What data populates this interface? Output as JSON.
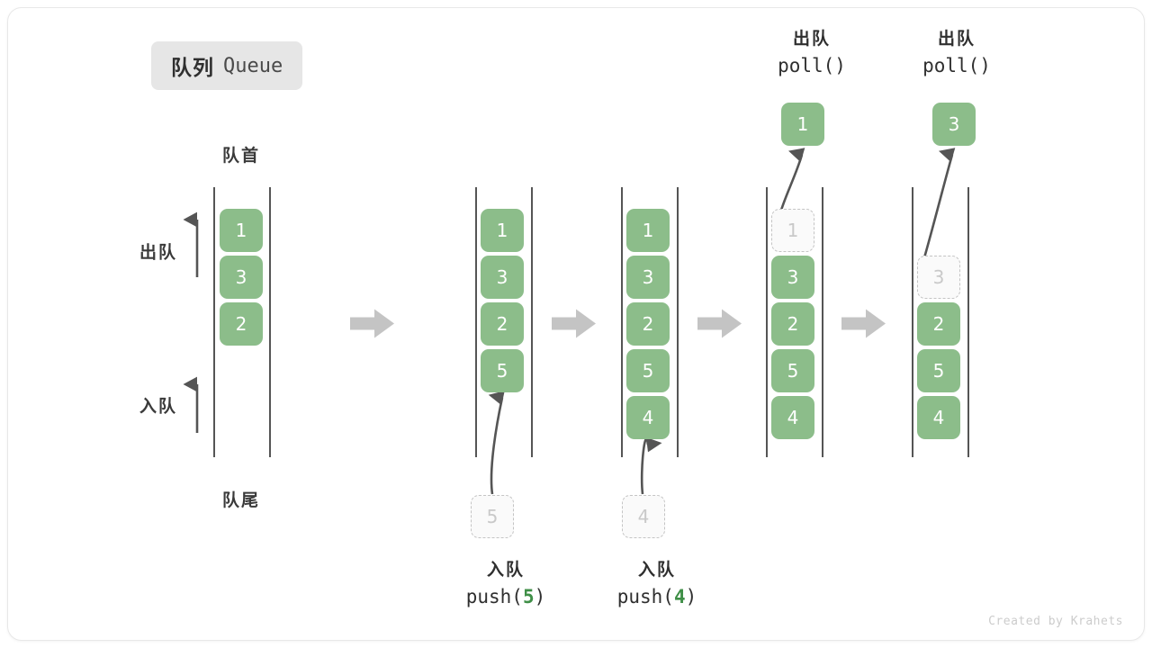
{
  "title": {
    "cn": "队列",
    "en": "Queue"
  },
  "labels": {
    "head": "队首",
    "tail": "队尾",
    "dequeue": "出队",
    "enqueue": "入队"
  },
  "colors": {
    "cell_fill": "#8cbd8a",
    "cell_text": "#ffffff",
    "ghost_border": "#c4c4c4",
    "ghost_text": "#c9c9c9",
    "rail": "#555555",
    "flow_arrow": "#c4c4c4",
    "accent_arg": "#3f8f47",
    "badge_bg": "#e6e6e6",
    "text": "#2f2f2f"
  },
  "columns": [
    {
      "name": "initial-queue",
      "cells": [
        {
          "value": "1",
          "state": "filled"
        },
        {
          "value": "3",
          "state": "filled"
        },
        {
          "value": "2",
          "state": "filled"
        }
      ]
    },
    {
      "name": "after-push-5",
      "cells": [
        {
          "value": "1",
          "state": "filled"
        },
        {
          "value": "3",
          "state": "filled"
        },
        {
          "value": "2",
          "state": "filled"
        },
        {
          "value": "5",
          "state": "filled"
        }
      ]
    },
    {
      "name": "after-push-4",
      "cells": [
        {
          "value": "1",
          "state": "filled"
        },
        {
          "value": "3",
          "state": "filled"
        },
        {
          "value": "2",
          "state": "filled"
        },
        {
          "value": "5",
          "state": "filled"
        },
        {
          "value": "4",
          "state": "filled"
        }
      ]
    },
    {
      "name": "poll-1",
      "cells": [
        {
          "value": "1",
          "state": "ghost"
        },
        {
          "value": "3",
          "state": "filled"
        },
        {
          "value": "2",
          "state": "filled"
        },
        {
          "value": "5",
          "state": "filled"
        },
        {
          "value": "4",
          "state": "filled"
        }
      ]
    },
    {
      "name": "poll-3",
      "cells": [
        {
          "value": "",
          "state": "empty"
        },
        {
          "value": "3",
          "state": "ghost"
        },
        {
          "value": "2",
          "state": "filled"
        },
        {
          "value": "5",
          "state": "filled"
        },
        {
          "value": "4",
          "state": "filled"
        }
      ]
    }
  ],
  "operations": {
    "push_5": {
      "cn": "入队",
      "code_prefix": "push(",
      "arg": "5",
      "code_suffix": ")",
      "incoming_value": "5"
    },
    "push_4": {
      "cn": "入队",
      "code_prefix": "push(",
      "arg": "4",
      "code_suffix": ")",
      "incoming_value": "4"
    },
    "poll_1": {
      "cn": "出队",
      "code": "poll()",
      "outgoing_value": "1"
    },
    "poll_2": {
      "cn": "出队",
      "code": "poll()",
      "outgoing_value": "3"
    }
  },
  "credit": "Created by Krahets"
}
